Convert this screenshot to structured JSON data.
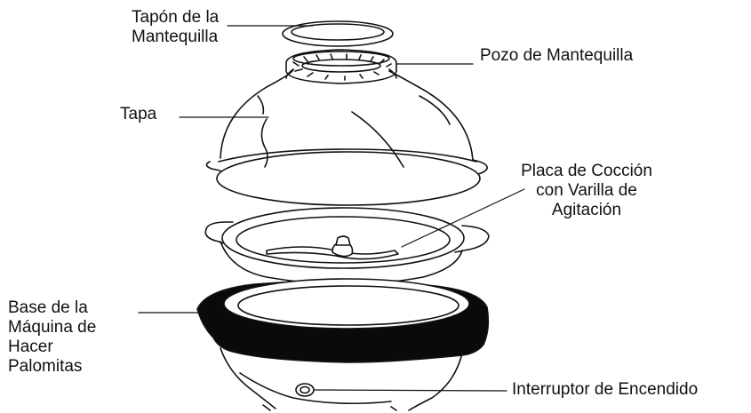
{
  "labels": {
    "butter_cap": "Tapón de la\nMantequilla",
    "butter_well": "Pozo de Mantequilla",
    "lid": "Tapa",
    "cooking_plate": "Placa de Cocción\ncon Varilla de\nAgitación",
    "base": "Base de la\nMáquina de\nHacer\nPalomitas",
    "power_switch": "Interruptor de Encendido"
  },
  "colors": {
    "ink": "#111111",
    "fill": "#ffffff",
    "base_band": "#0a0a0a"
  }
}
